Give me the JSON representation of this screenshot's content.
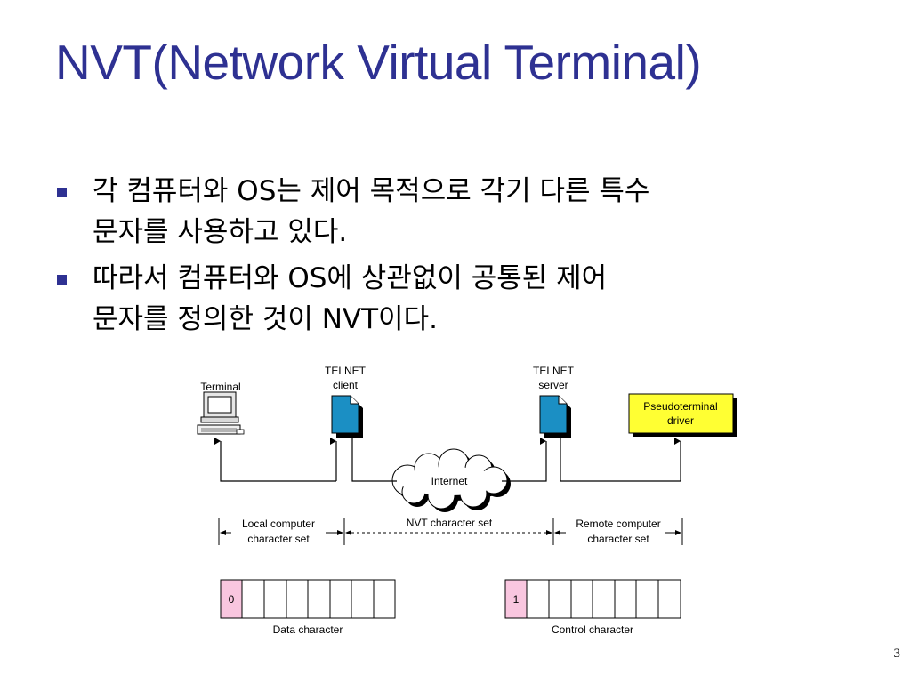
{
  "slide": {
    "title": "NVT(Network Virtual Terminal)",
    "page_number": "3",
    "bullets": [
      {
        "lines": [
          "각 컴퓨터와 OS는 제어 목적으로 각기 다른 특수",
          "문자를 사용하고 있다."
        ]
      },
      {
        "lines": [
          "따라서 컴퓨터와 OS에 상관없이 공통된 제어",
          "문자를 정의한 것이 NVT이다."
        ]
      }
    ],
    "colors": {
      "title": "#2e3192",
      "bullet": "#2e3192",
      "document": "#1b8fc4",
      "driver_box": "#ffff33",
      "bit_cell": "#f9c6df"
    }
  },
  "diagram": {
    "labels": {
      "terminal": "Terminal",
      "telnet_client_1": "TELNET",
      "telnet_client_2": "client",
      "telnet_server_1": "TELNET",
      "telnet_server_2": "server",
      "driver_1": "Pseudoterminal",
      "driver_2": "driver",
      "internet": "Internet",
      "local_set_1": "Local computer",
      "local_set_2": "character set",
      "nvt_set": "NVT character set",
      "remote_set_1": "Remote computer",
      "remote_set_2": "character set",
      "data_bit": "0",
      "control_bit": "1",
      "data_caption": "Data character",
      "control_caption": "Control character"
    }
  }
}
